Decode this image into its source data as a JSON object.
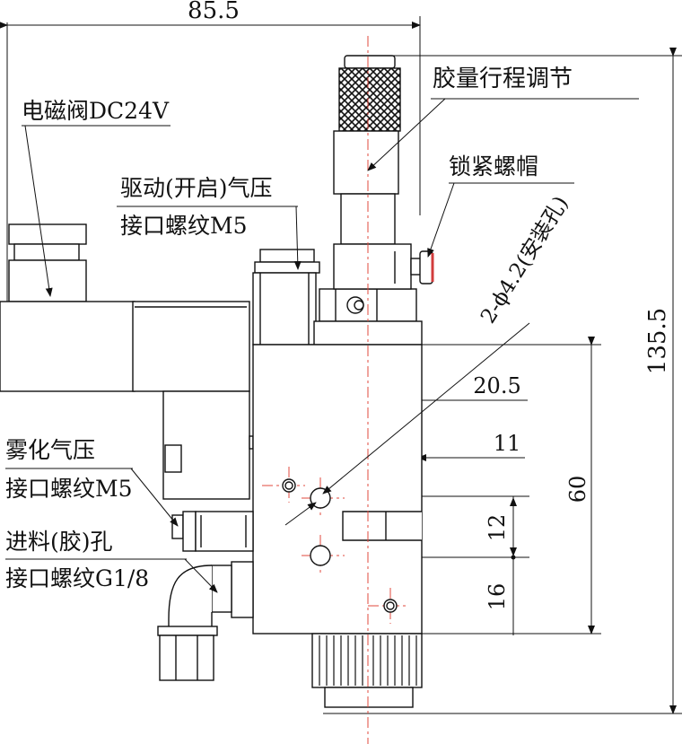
{
  "labels": {
    "dim_total_width": "85.5",
    "dim_total_height": "135.5",
    "dim_body_height": "60",
    "dim_20_5": "20.5",
    "dim_11": "11",
    "dim_12": "12",
    "dim_16": "16",
    "mount_holes": "2-ϕ4.2(安装孔)",
    "solenoid_valve": "电磁阀DC24V",
    "drive_pressure_line1": "驱动(开启)气压",
    "drive_pressure_line2": "接口螺纹M5",
    "glue_stroke": "胶量行程调节",
    "lock_nut": "锁紧螺帽",
    "atomize_line1": "雾化气压",
    "atomize_line2": "接口螺纹M5",
    "feed_line1": "进料(胶)孔",
    "feed_line2": "接口螺纹G1/8"
  },
  "colors": {
    "line": "#111111",
    "centerline": "#e0483e",
    "accent": "#d23c3c"
  }
}
